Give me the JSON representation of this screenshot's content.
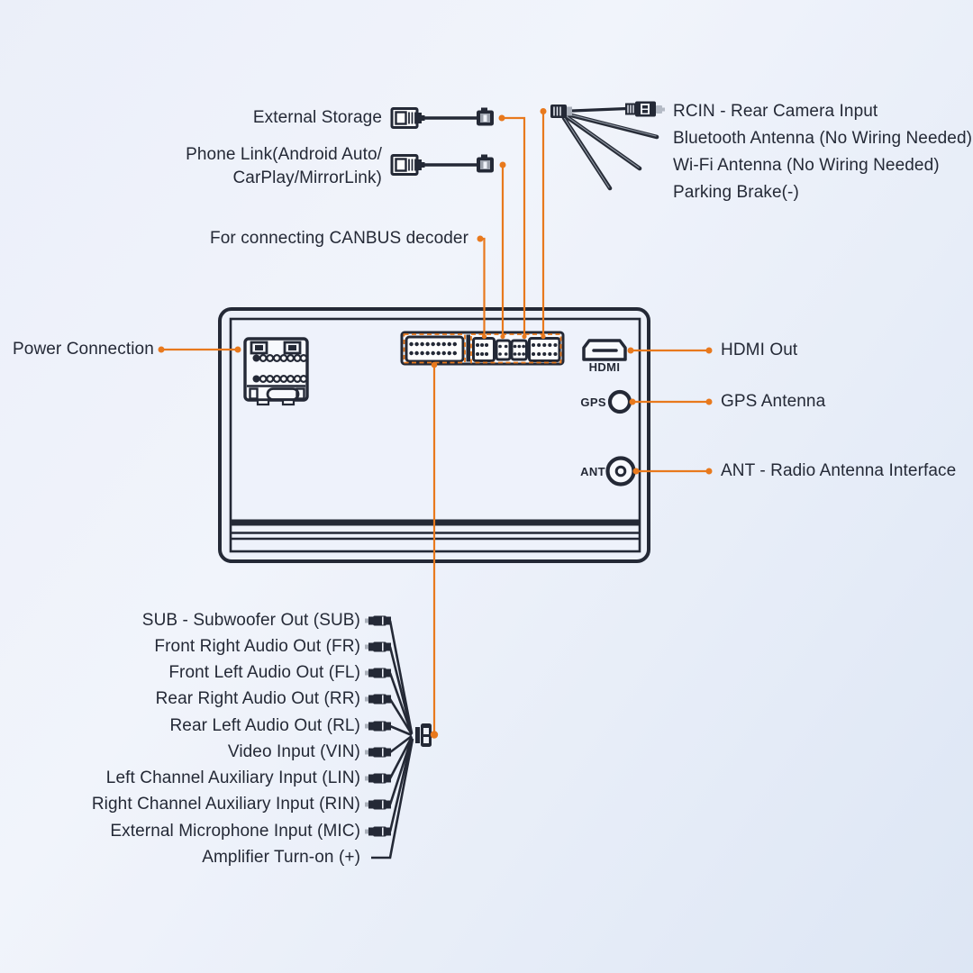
{
  "colors": {
    "accent": "#E8791D",
    "ink": "#242936"
  },
  "labels": {
    "external_storage": "External Storage",
    "phone_link_line1": "Phone Link(Android Auto/",
    "phone_link_line2": "CarPlay/MirrorLink)",
    "canbus": "For connecting CANBUS decoder",
    "power": "Power Connection",
    "hdmi_out": "HDMI Out",
    "gps_antenna": "GPS Antenna",
    "ant_radio": "ANT - Radio Antenna Interface"
  },
  "top_right_items": [
    "RCIN - Rear Camera Input",
    "Bluetooth Antenna (No Wiring Needed)",
    "Wi-Fi Antenna (No Wiring Needed)",
    "Parking Brake(-)"
  ],
  "unit_port_labels": {
    "hdmi": "HDMI",
    "gps": "GPS",
    "ant": "ANT"
  },
  "bottom_items": [
    "SUB - Subwoofer Out (SUB)",
    "Front Right Audio Out (FR)",
    "Front Left Audio Out (FL)",
    "Rear Right Audio Out (RR)",
    "Rear Left Audio Out (RL)",
    "Video Input (VIN)",
    "Left Channel Auxiliary Input (LIN)",
    "Right Channel Auxiliary Input (RIN)",
    "External Microphone Input (MIC)",
    "Amplifier Turn-on (+)"
  ]
}
